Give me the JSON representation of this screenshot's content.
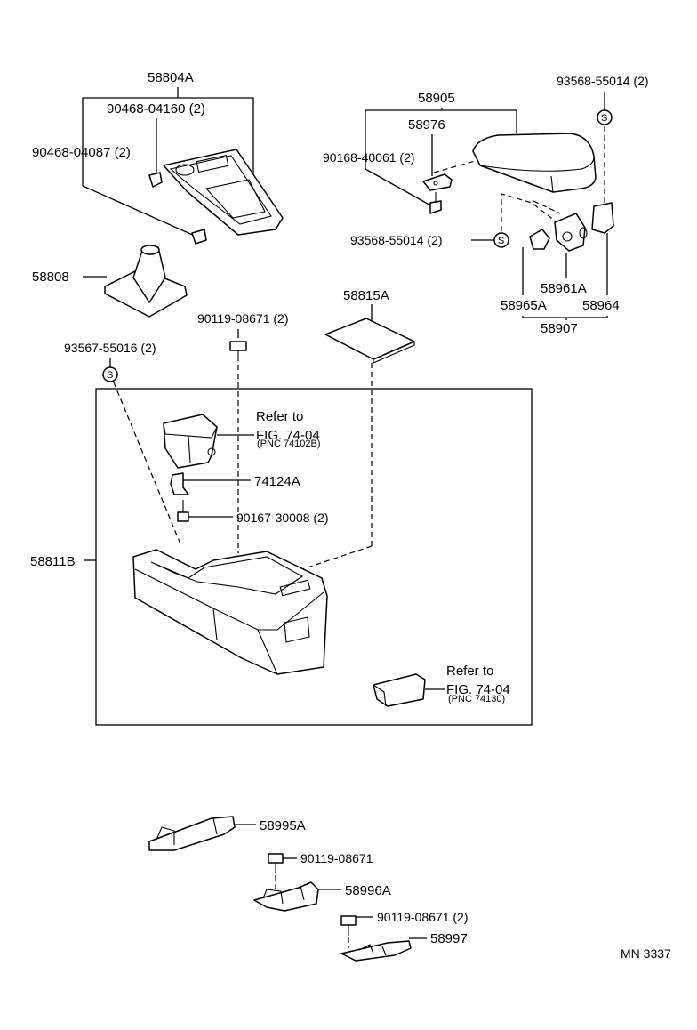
{
  "diagram_code": "MN 3337",
  "callouts": {
    "p58804A": "58804A",
    "p90468_04160": "90468-04160 (2)",
    "p90468_04087": "90468-04087 (2)",
    "p58808": "58808",
    "p58905": "58905",
    "p58976": "58976",
    "p90168_40061": "90168-40061 (2)",
    "p93568_55014_top": "93568-55014 (2)",
    "p93568_55014_mid": "93568-55014 (2)",
    "p58961A": "58961A",
    "p58965A": "58965A",
    "p58964": "58964",
    "p58907": "58907",
    "p58815A": "58815A",
    "p90119_08671_a": "90119-08671 (2)",
    "p93567_55016": "93567-55016 (2)",
    "p74124A": "74124A",
    "p90167_30008": "90167-30008 (2)",
    "p58811B": "58811B",
    "p58995A": "58995A",
    "p90119_08671_b": "90119-08671",
    "p58996A": "58996A",
    "p90119_08671_c": "90119-08671 (2)",
    "p58997": "58997"
  },
  "references": [
    {
      "refer": "Refer to",
      "fig": "FIG. 74-04",
      "pnc": "(PNC 74102B)"
    },
    {
      "refer": "Refer to",
      "fig": "FIG. 74-04",
      "pnc": "(PNC 74130)"
    }
  ],
  "symbols": {
    "s_mark": "S"
  }
}
